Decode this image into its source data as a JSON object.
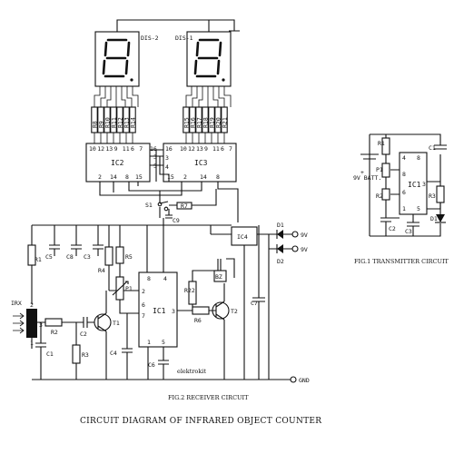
{
  "displays": {
    "dis2_label": "DIS-2",
    "dis1_label": "DIS-1",
    "dis2_resistors": [
      "R8",
      "R9",
      "R10",
      "R11",
      "R12",
      "R13",
      "R14"
    ],
    "dis1_resistors": [
      "R15",
      "R16",
      "R17",
      "R18",
      "R19",
      "R20",
      "R21"
    ]
  },
  "ic2": {
    "label": "IC2",
    "top_pins": [
      "10",
      "12",
      "13",
      "9",
      "11",
      "6",
      "7"
    ],
    "bottom_pins": [
      "2",
      "14",
      "8",
      "15"
    ],
    "side_pins": [
      "16",
      "3",
      "5"
    ]
  },
  "ic3": {
    "label": "IC3",
    "top_pins": [
      "10",
      "12",
      "13",
      "9",
      "11",
      "6",
      "7"
    ],
    "bottom_pins": [
      "15",
      "2",
      "14",
      "8"
    ],
    "side_pins": [
      "16",
      "3",
      "4"
    ]
  },
  "receiver": {
    "labels": [
      "R1",
      "C5",
      "C8",
      "C3",
      "R5",
      "R4",
      "P1",
      "IRX",
      "R2",
      "C2",
      "T1",
      "R3",
      "C1",
      "C4",
      "C6",
      "IC1",
      "R22",
      "R6",
      "T2",
      "BZ",
      "IC4",
      "D1",
      "D2",
      "C7",
      "S1",
      "C9",
      "R7"
    ],
    "ic1_pins": [
      "8",
      "4",
      "2",
      "6",
      "7",
      "3",
      "1",
      "5"
    ],
    "supply_label_1": "9V",
    "supply_label_2": "9V",
    "gnd_label": "GND",
    "credit": "elektrokit",
    "caption": "FIG.2 RECEIVER CIRCUIT"
  },
  "transmitter": {
    "labels": [
      "R1",
      "C1",
      "9V BATT.",
      "P1",
      "IC1",
      "R2",
      "R3",
      "C2",
      "C3",
      "D1"
    ],
    "ic1_pins": [
      "4",
      "8",
      "2",
      "3",
      "6",
      "1",
      "5"
    ],
    "caption": "FIG.1 TRANSMITTER CIRCUIT"
  },
  "main_title": "CIRCUIT DIAGRAM OF INFRARED OBJECT COUNTER"
}
